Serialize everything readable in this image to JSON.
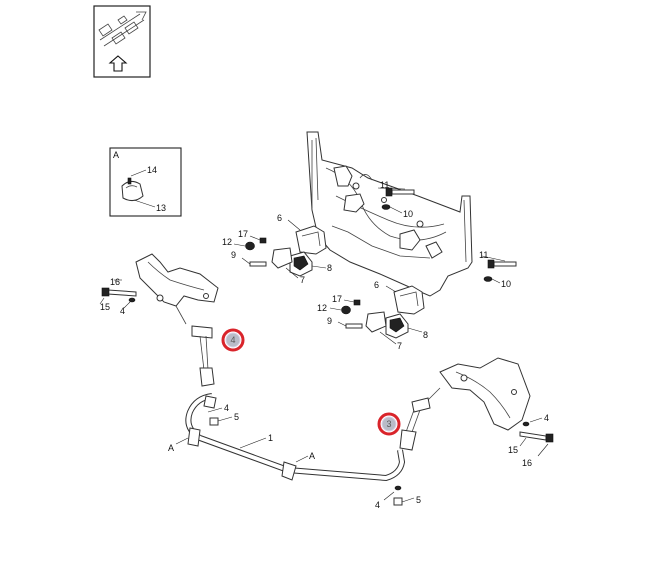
{
  "orientation_icon": "front-direction-arrow-icon",
  "inset": {
    "frame_label": "A",
    "labels": [
      "14",
      "13"
    ]
  },
  "callouts": [
    {
      "id": "left-link",
      "number": "4"
    },
    {
      "id": "right-link",
      "number": "3"
    }
  ],
  "part_labels": {
    "top_right_11": "11",
    "top_right_10": "10",
    "mid_right_11": "11",
    "mid_right_10": "10",
    "upper_6": "6",
    "upper_17": "17",
    "upper_12": "12",
    "upper_9": "9",
    "upper_8": "8",
    "upper_7": "7",
    "lower_6": "6",
    "lower_17": "17",
    "lower_12": "12",
    "lower_9": "9",
    "lower_8": "8",
    "lower_7": "7",
    "left_16": "16",
    "left_15": "15",
    "left_4": "4",
    "bar_4": "4",
    "bar_5": "5",
    "bar_1": "1",
    "bar_A_left": "A",
    "bar_A_right": "A",
    "right_4": "4",
    "right_15": "15",
    "right_16": "16",
    "bottom_4": "4",
    "bottom_5": "5"
  },
  "colors": {
    "callout_ring": "#d9242b",
    "callout_fill": "#b9bcc8",
    "line": "#333333"
  }
}
